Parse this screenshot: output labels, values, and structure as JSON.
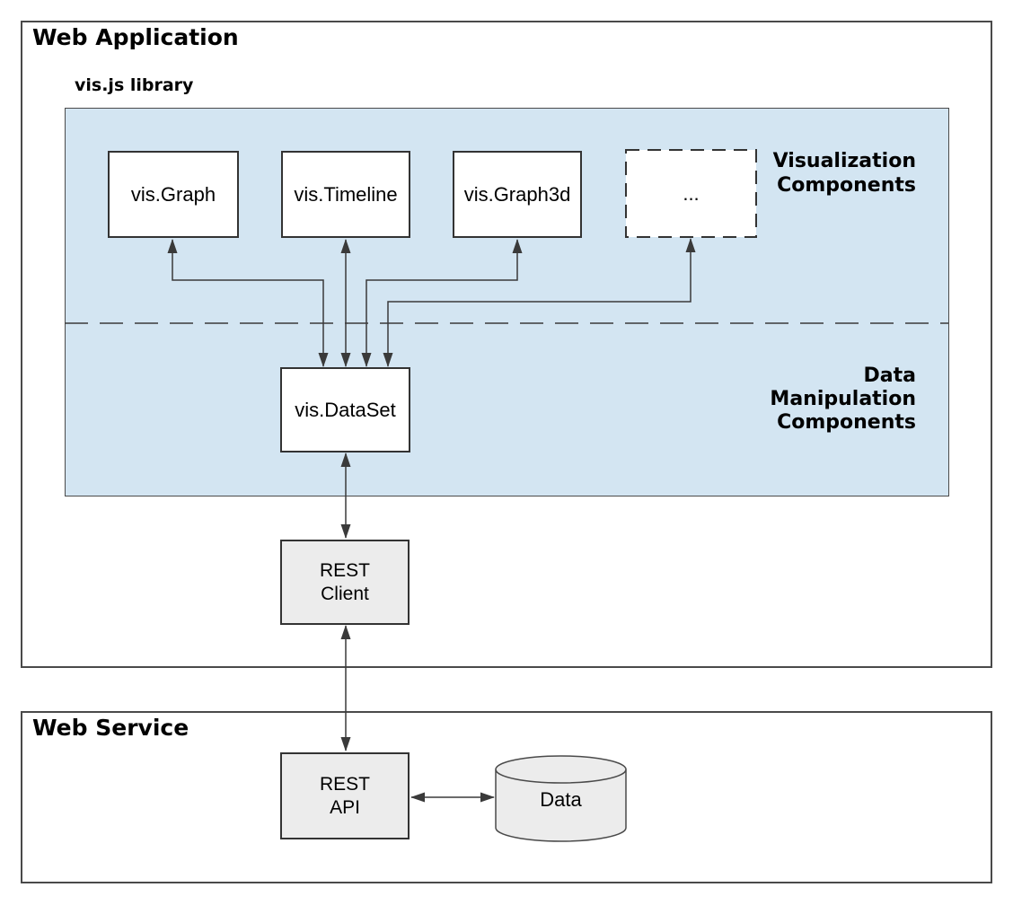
{
  "colors": {
    "library_fill": "#d3e5f2",
    "rest_fill": "#ececec",
    "line": "#3a3a3a",
    "border": "#333333"
  },
  "web_application": {
    "title": "Web Application",
    "library_title": "vis.js library"
  },
  "library": {
    "components": [
      {
        "label": "vis.Graph"
      },
      {
        "label": "vis.Timeline"
      },
      {
        "label": "vis.Graph3d"
      },
      {
        "label": "..."
      }
    ],
    "dataset": {
      "label": "vis.DataSet"
    },
    "visualization_zone": {
      "line1": "Visualization",
      "line2": "Components"
    },
    "data_zone": {
      "line1": "Data",
      "line2": "Manipulation",
      "line3": "Components"
    }
  },
  "rest_client": {
    "line1": "REST",
    "line2": "Client"
  },
  "web_service": {
    "title": "Web Service",
    "rest_api": {
      "line1": "REST",
      "line2": "API"
    },
    "data_store": {
      "label": "Data"
    }
  }
}
